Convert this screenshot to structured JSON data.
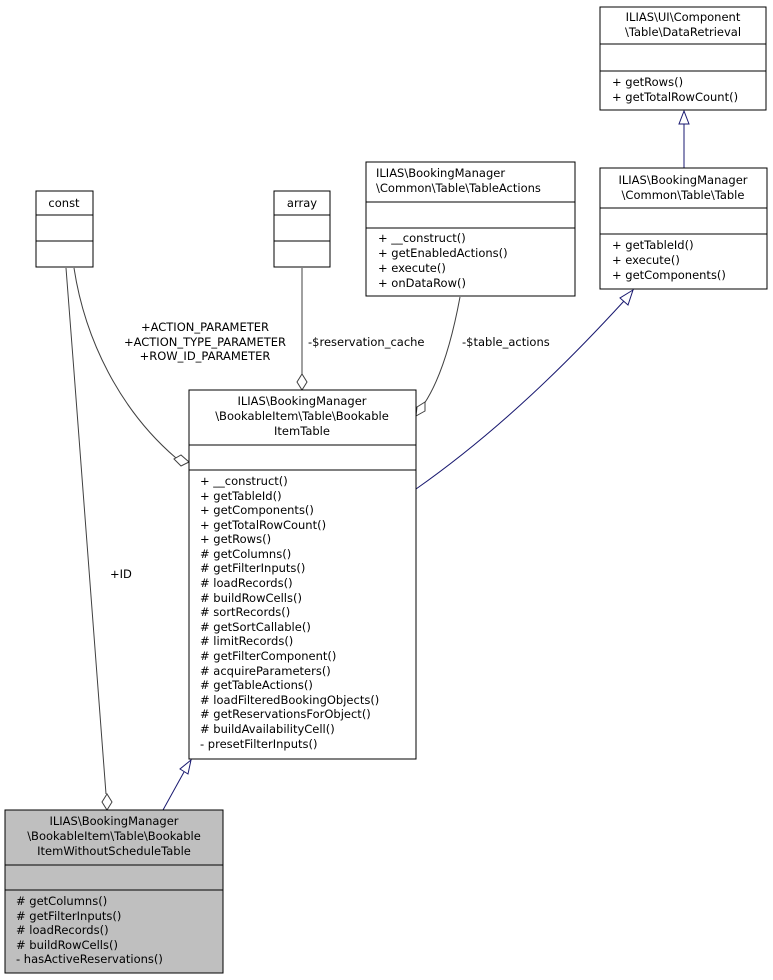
{
  "colors": {
    "inheritance_edge": "#191970",
    "association_edge": "#404040",
    "box_border": "#000000",
    "highlight_fill": "#bfbfbf"
  },
  "classes": {
    "data_retrieval": {
      "name": [
        "ILIAS\\UI\\Component",
        "\\Table\\DataRetrieval"
      ],
      "attributes": [],
      "methods": [
        "+ getRows()",
        "+ getTotalRowCount()"
      ]
    },
    "common_table": {
      "name": [
        "ILIAS\\BookingManager",
        "\\Common\\Table\\Table"
      ],
      "attributes": [],
      "methods": [
        "+ getTableId()",
        "+ execute()",
        "+ getComponents()"
      ]
    },
    "table_actions": {
      "name": [
        "ILIAS\\BookingManager",
        "\\Common\\Table\\TableActions"
      ],
      "attributes": [],
      "methods": [
        "+ __construct()",
        "+ getEnabledActions()",
        "+ execute()",
        "+ onDataRow()"
      ]
    },
    "const": {
      "name": [
        "const"
      ],
      "attributes": [],
      "methods": []
    },
    "array": {
      "name": [
        "array"
      ],
      "attributes": [],
      "methods": []
    },
    "bookable_item_table": {
      "name": [
        "ILIAS\\BookingManager",
        "\\BookableItem\\Table\\Bookable",
        "ItemTable"
      ],
      "attributes": [],
      "methods": [
        "+ __construct()",
        "+ getTableId()",
        "+ getComponents()",
        "+ getTotalRowCount()",
        "+ getRows()",
        "# getColumns()",
        "# getFilterInputs()",
        "# loadRecords()",
        "# buildRowCells()",
        "# sortRecords()",
        "# getSortCallable()",
        "# limitRecords()",
        "# getFilterComponent()",
        "# acquireParameters()",
        "# getTableActions()",
        "# loadFilteredBookingObjects()",
        "# getReservationsForObject()",
        "# buildAvailabilityCell()",
        "- presetFilterInputs()"
      ]
    },
    "without_schedule_table": {
      "name": [
        "ILIAS\\BookingManager",
        "\\BookableItem\\Table\\Bookable",
        "ItemWithoutScheduleTable"
      ],
      "attributes": [],
      "methods": [
        "# getColumns()",
        "# getFilterInputs()",
        "# loadRecords()",
        "# buildRowCells()",
        "- hasActiveReservations()"
      ]
    }
  },
  "edge_labels": {
    "params": [
      "+ACTION_PARAMETER",
      "+ACTION_TYPE_PARAMETER",
      "+ROW_ID_PARAMETER"
    ],
    "reservation_cache": "-$reservation_cache",
    "table_actions": "-$table_actions",
    "id": "+ID"
  }
}
